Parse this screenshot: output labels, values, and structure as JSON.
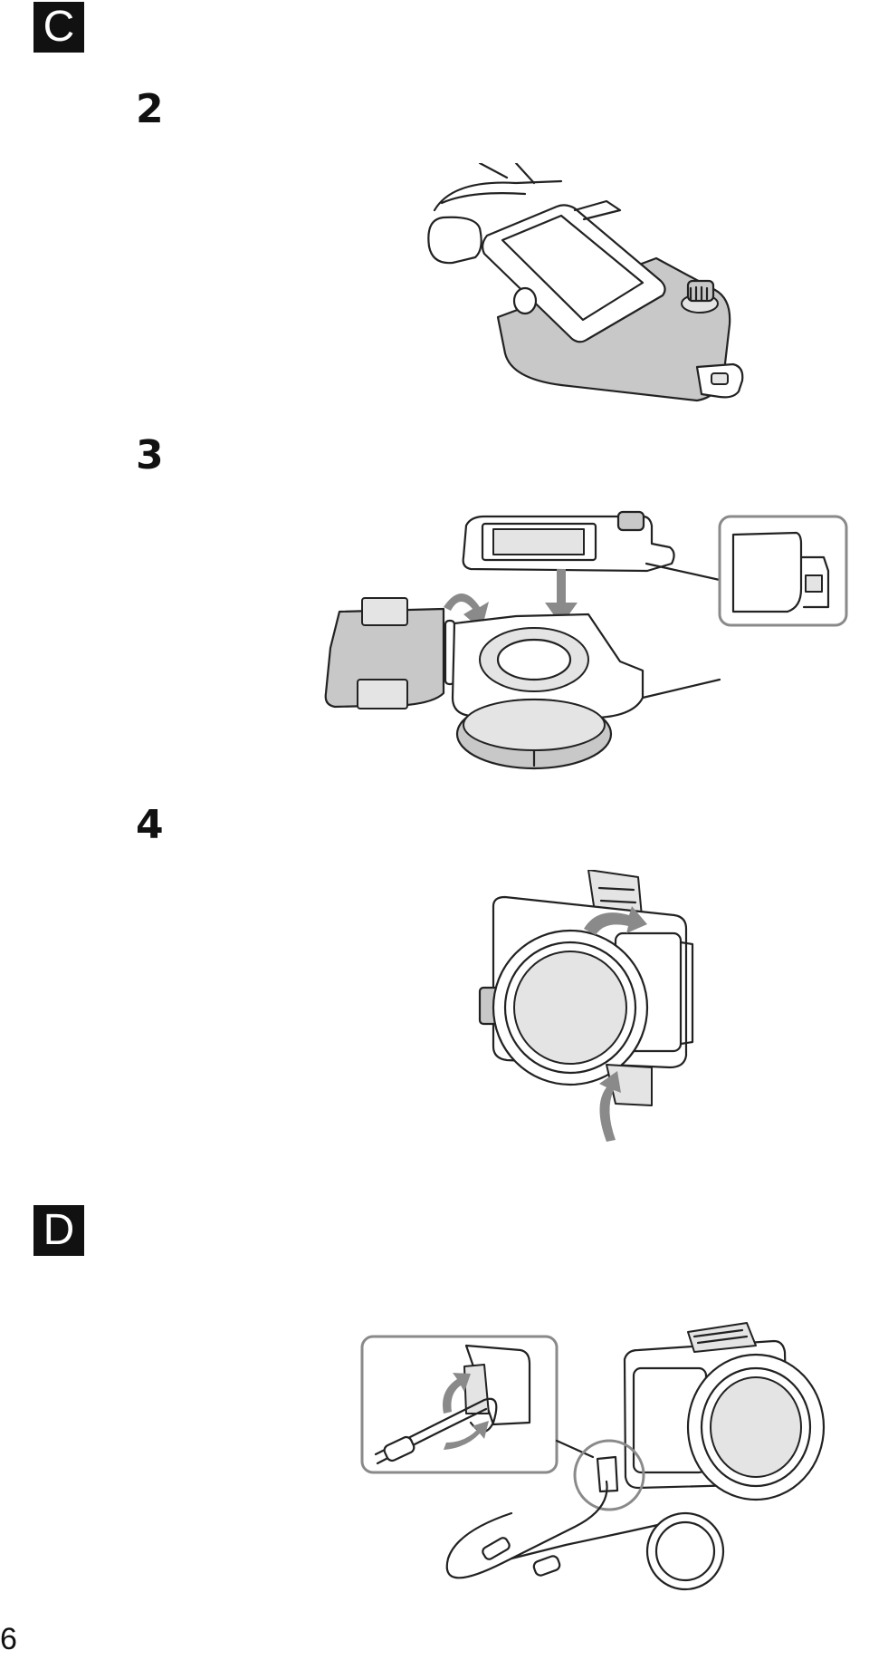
{
  "sections": [
    {
      "badge": "C",
      "steps": [
        "2",
        "3",
        "4"
      ]
    },
    {
      "badge": "D"
    }
  ],
  "page_number": "6",
  "colors": {
    "ink": "#111111",
    "housing_gray": "#c8c8c8",
    "arrow_gray": "#8a8a8a"
  }
}
